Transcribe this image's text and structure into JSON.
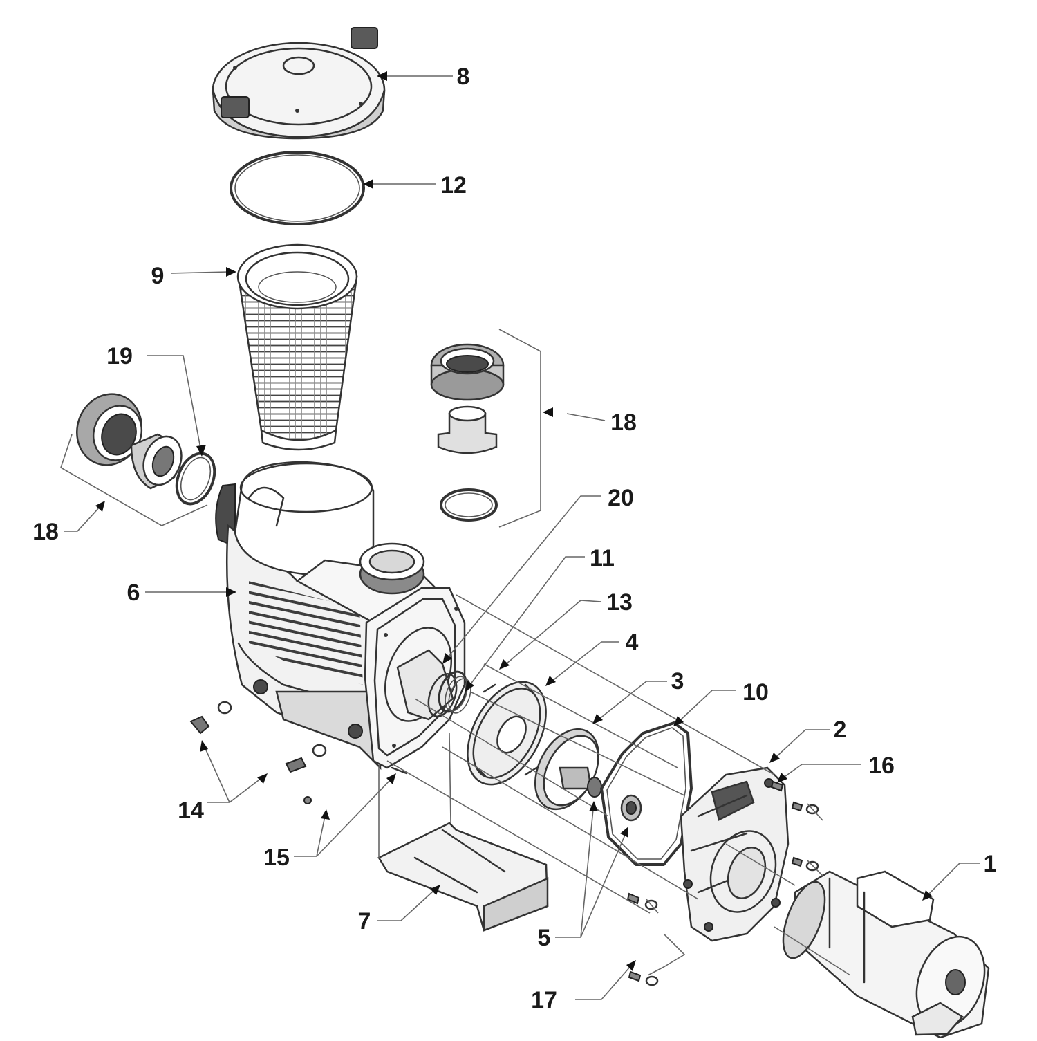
{
  "callouts": {
    "c1": "1",
    "c2": "2",
    "c3": "3",
    "c4": "4",
    "c5": "5",
    "c6": "6",
    "c7": "7",
    "c8": "8",
    "c9": "9",
    "c10": "10",
    "c11": "11",
    "c12": "12",
    "c13": "13",
    "c14": "14",
    "c15": "15",
    "c16": "16",
    "c17": "17",
    "c18a": "18",
    "c18b": "18",
    "c19": "19",
    "c20": "20"
  },
  "colors": {
    "line": "#333333",
    "light_fill": "#e9e9e9",
    "dark_fill": "#4a4a4a"
  }
}
